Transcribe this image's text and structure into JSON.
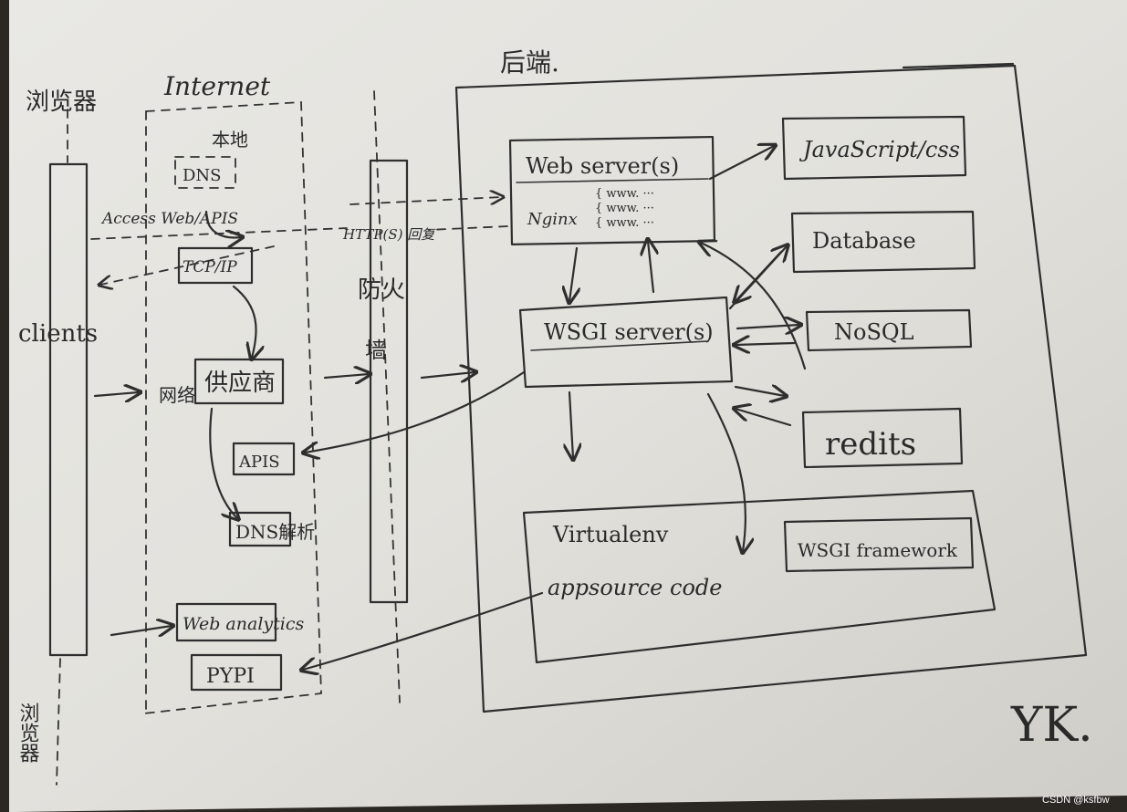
{
  "labels": {
    "browser_top": "浏览器",
    "browser_bottom": "浏览器",
    "internet": "Internet",
    "local": "本地",
    "dns": "DNS",
    "access_web_apis": "Access Web/APIS",
    "tcp_ip": "TCP/IP",
    "clients": "clients",
    "network": "网络",
    "provider": "供应商",
    "apis": "APIS",
    "dns_resolve": "DNS解析",
    "web_analytics": "Web analytics",
    "pypi": "PYPI",
    "https_reply": "HTTP(S) 回复",
    "firewall_1": "防火",
    "firewall_2": "墙",
    "backend": "后端.",
    "web_server": "Web server(s)",
    "nginx": "Nginx",
    "www_1": "{ www. ···",
    "www_2": "{ www. ···",
    "www_3": "{ www. ···",
    "javascript_css": "JavaScript/css",
    "database": "Database",
    "wsgi_server": "WSGI server(s)",
    "nosql": "NoSQL",
    "redis": "redits",
    "virtualenv": "Virtualenv",
    "app_source_code": "appsource code",
    "wsgi_framework": "WSGI framework",
    "signature": "YK.",
    "watermark": "CSDN @ksfbw"
  }
}
